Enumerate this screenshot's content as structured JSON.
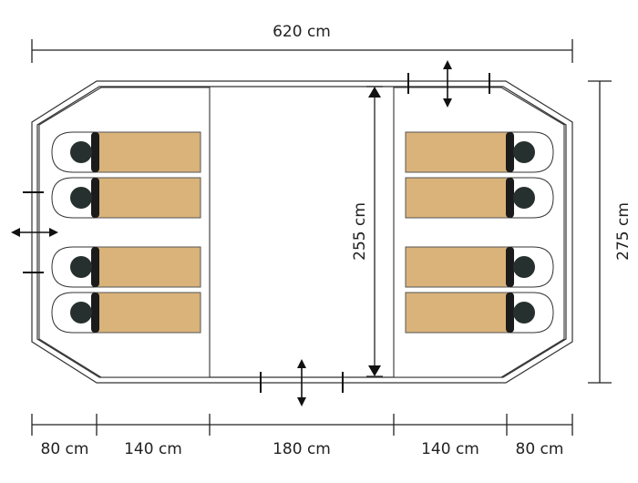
{
  "dimensions": {
    "total_width": "620 cm",
    "total_depth": "275 cm",
    "inner_depth": "255 cm",
    "segments": [
      "80 cm",
      "140 cm",
      "180 cm",
      "140 cm",
      "80 cm"
    ]
  },
  "layout": {
    "left_bedroom_sleepers": 4,
    "right_bedroom_sleepers": 4
  },
  "colors": {
    "mat": "#d9b37a",
    "head": "#26302e",
    "line": "#333333"
  }
}
